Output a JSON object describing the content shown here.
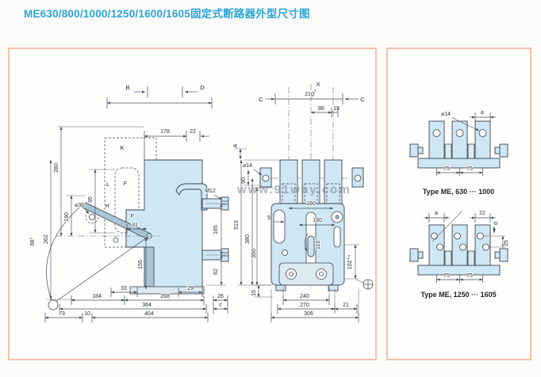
{
  "page": {
    "title": "ME630/800/1000/1250/1600/1605固定式断路器外型尺寸图",
    "watermark": "www.91way.com"
  },
  "side_view": {
    "labels": {
      "B": "B",
      "D": "D",
      "K": "K",
      "L": "L",
      "F_upper": "F",
      "F_lower": "F",
      "H": "H",
      "M12": "M12",
      "c": "c"
    },
    "dims": {
      "d178": "178",
      "d22": "22",
      "d280": "280",
      "d95": "95",
      "d190": "190",
      "d262": "262",
      "a66": "66°",
      "dia36": "⌀36",
      "d31": "31",
      "d155": "155",
      "d165": "165",
      "d62": "62",
      "d33": "33",
      "d29": "29",
      "d184": "184",
      "d268": "268",
      "d26": "26",
      "d364": "364",
      "d73": "73",
      "d10": "10",
      "d404": "404"
    }
  },
  "front_view": {
    "labels": {
      "X": "X",
      "C_left": "C",
      "C_right": "C",
      "A": "A"
    },
    "dims": {
      "d210": "210",
      "d86": "86",
      "d19": "19",
      "dia14": "⌀14",
      "d90": "90",
      "d515": "515",
      "d380": "380",
      "d350": "350",
      "d160": "160",
      "d130": "130",
      "d5": "5",
      "a115": "115°",
      "d102": "102⁺⁴",
      "d15": "15",
      "d240": "240",
      "d270": "270",
      "d21": "21",
      "d306": "306"
    }
  },
  "type_diagrams": [
    {
      "caption": "Type ME,  630 ··· 1000",
      "dims": {
        "dia14": "⌀14",
        "a": "a",
        "p75a": "75",
        "p75b": "75"
      }
    },
    {
      "caption": "Type ME,  1250 ··· 1605",
      "dims": {
        "a": "a",
        "d22": "22",
        "d": "d",
        "d25": "25",
        "p75a": "75",
        "p75b": "75"
      }
    }
  ]
}
